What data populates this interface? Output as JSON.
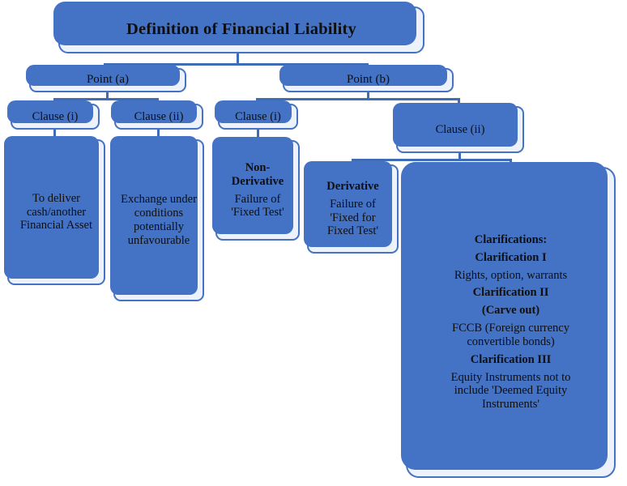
{
  "diagram": {
    "type": "tree",
    "title": "Definition of Financial Liability",
    "theme": {
      "border": "#4472C4",
      "fill": "#EDF1F9",
      "connector": "#3E6DB5",
      "text": "#0f0f0f",
      "background": "#FFFFFF"
    },
    "nodes": {
      "root": {
        "label": "Definition of Financial Liability"
      },
      "point_a": {
        "label": "Point (a)"
      },
      "point_b": {
        "label": "Point (b)"
      },
      "clause_a_i": {
        "label": "Clause (i)"
      },
      "clause_a_ii": {
        "label": "Clause (ii)"
      },
      "clause_b_i": {
        "label": "Clause (i)"
      },
      "clause_b_ii": {
        "label": "Clause (ii)"
      },
      "leaf_deliver": {
        "text": "To deliver cash/another Financial Asset"
      },
      "leaf_exchange": {
        "text": "Exchange under conditions potentially unfavourable"
      },
      "leaf_nonderivative": {
        "heading": "Non-Derivative",
        "line1": "Failure of",
        "line2": "'Fixed Test'"
      },
      "leaf_derivative": {
        "heading": "Derivative",
        "line1": "Failure of",
        "line2": "'Fixed for",
        "line3": "Fixed Test'"
      },
      "panel_clarifications": {
        "title": "Clarifications:",
        "c1_heading": "Clarification I",
        "c1_body": "Rights, option, warrants",
        "c2_heading": "Clarification II",
        "c2_subheading": "(Carve out)",
        "c2_body_line1": "FCCB (Foreign currency",
        "c2_body_line2": "convertible bonds)",
        "c3_heading": "Clarification III",
        "c3_body_line1": "Equity Instruments not to",
        "c3_body_line2": "include 'Deemed Equity",
        "c3_body_line3": "Instruments'"
      }
    }
  }
}
